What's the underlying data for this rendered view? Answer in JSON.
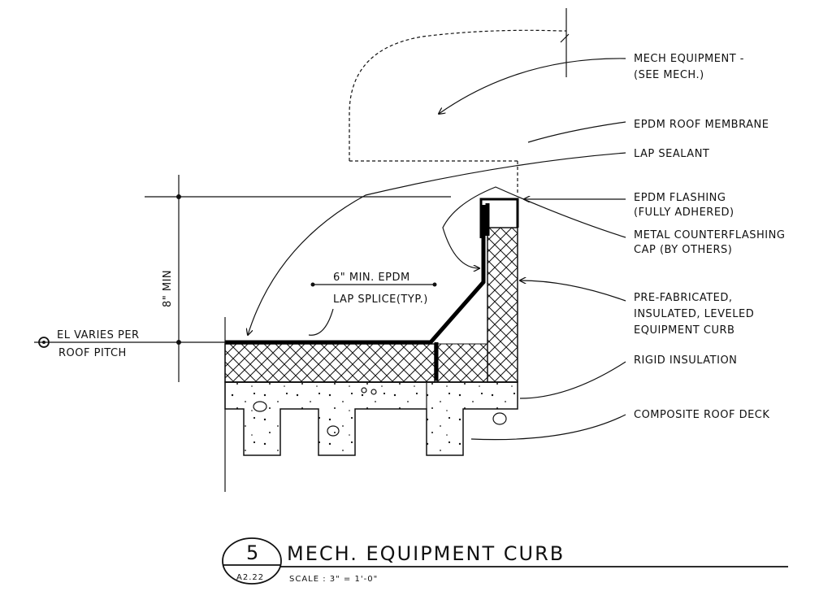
{
  "labels": {
    "mech_equipment_1": "MECH EQUIPMENT -",
    "mech_equipment_2": "(SEE MECH.)",
    "epdm_membrane": "EPDM ROOF MEMBRANE",
    "lap_sealant": "LAP SEALANT",
    "epdm_flashing_1": "EPDM FLASHING",
    "epdm_flashing_2": "(FULLY ADHERED)",
    "counterflashing_1": "METAL COUNTERFLASHING",
    "counterflashing_2": "CAP (BY OTHERS)",
    "curb_1": "PRE-FABRICATED,",
    "curb_2": "INSULATED, LEVELED",
    "curb_3": "EQUIPMENT CURB",
    "rigid_insulation": "RIGID INSULATION",
    "roof_deck": "COMPOSITE ROOF DECK",
    "splice_1": "6\" MIN. EPDM",
    "splice_2": "LAP SPLICE(TYP.)",
    "dimension": "8\" MIN",
    "elevation_1": "EL VARIES PER",
    "elevation_2": "ROOF PITCH"
  },
  "title_block": {
    "detail_number": "5",
    "sheet_number": "A2.22",
    "title": "MECH. EQUIPMENT CURB",
    "scale": "SCALE : 3\" = 1'-0\""
  }
}
